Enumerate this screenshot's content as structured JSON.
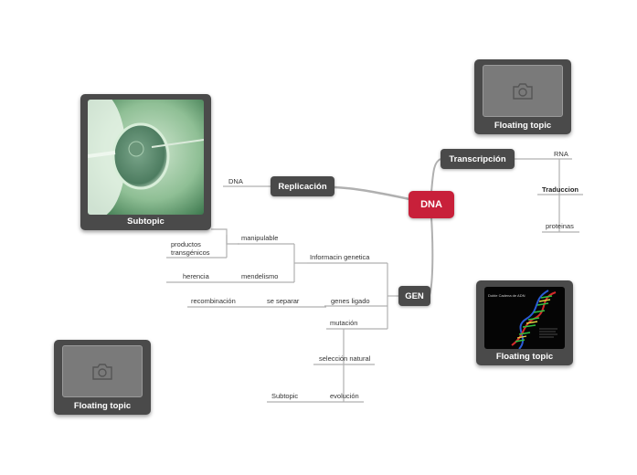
{
  "central": {
    "label": "DNA"
  },
  "main_topics": {
    "replicacion": "Replicación",
    "transcripcion": "Transcripción",
    "gen": "GEN"
  },
  "subtopics": {
    "dna": "DNA",
    "rna": "RNA",
    "traduccion": "Traduccion",
    "proteinas": "proteinas",
    "manipulable": "manipulable",
    "productos_transgenicos_1": "productos",
    "productos_transgenicos_2": "transgénicos",
    "herencia": "herencia",
    "mendelismo": "mendelismo",
    "informacion_genetica": "Informacin genetica",
    "recombinacion": "recombinación",
    "se_separar": "se separar",
    "genes_ligado": "genes ligado",
    "mutacion": "mutación",
    "seleccion_natural": "selección natural",
    "evolucion": "evolución",
    "subtopic_small": "Subtopic"
  },
  "cards": {
    "subtopic_image": {
      "caption": "Subtopic"
    },
    "floating_top": {
      "caption": "Floating topic",
      "icon": "camera-icon"
    },
    "floating_dna": {
      "caption": "Floating topic",
      "image_text": "Doble Cadena de ADN"
    },
    "floating_bottom": {
      "caption": "Floating topic",
      "icon": "camera-icon"
    }
  },
  "colors": {
    "central": "#c8203a",
    "topic": "#4a4a4a",
    "line": "#b0b0b0"
  }
}
